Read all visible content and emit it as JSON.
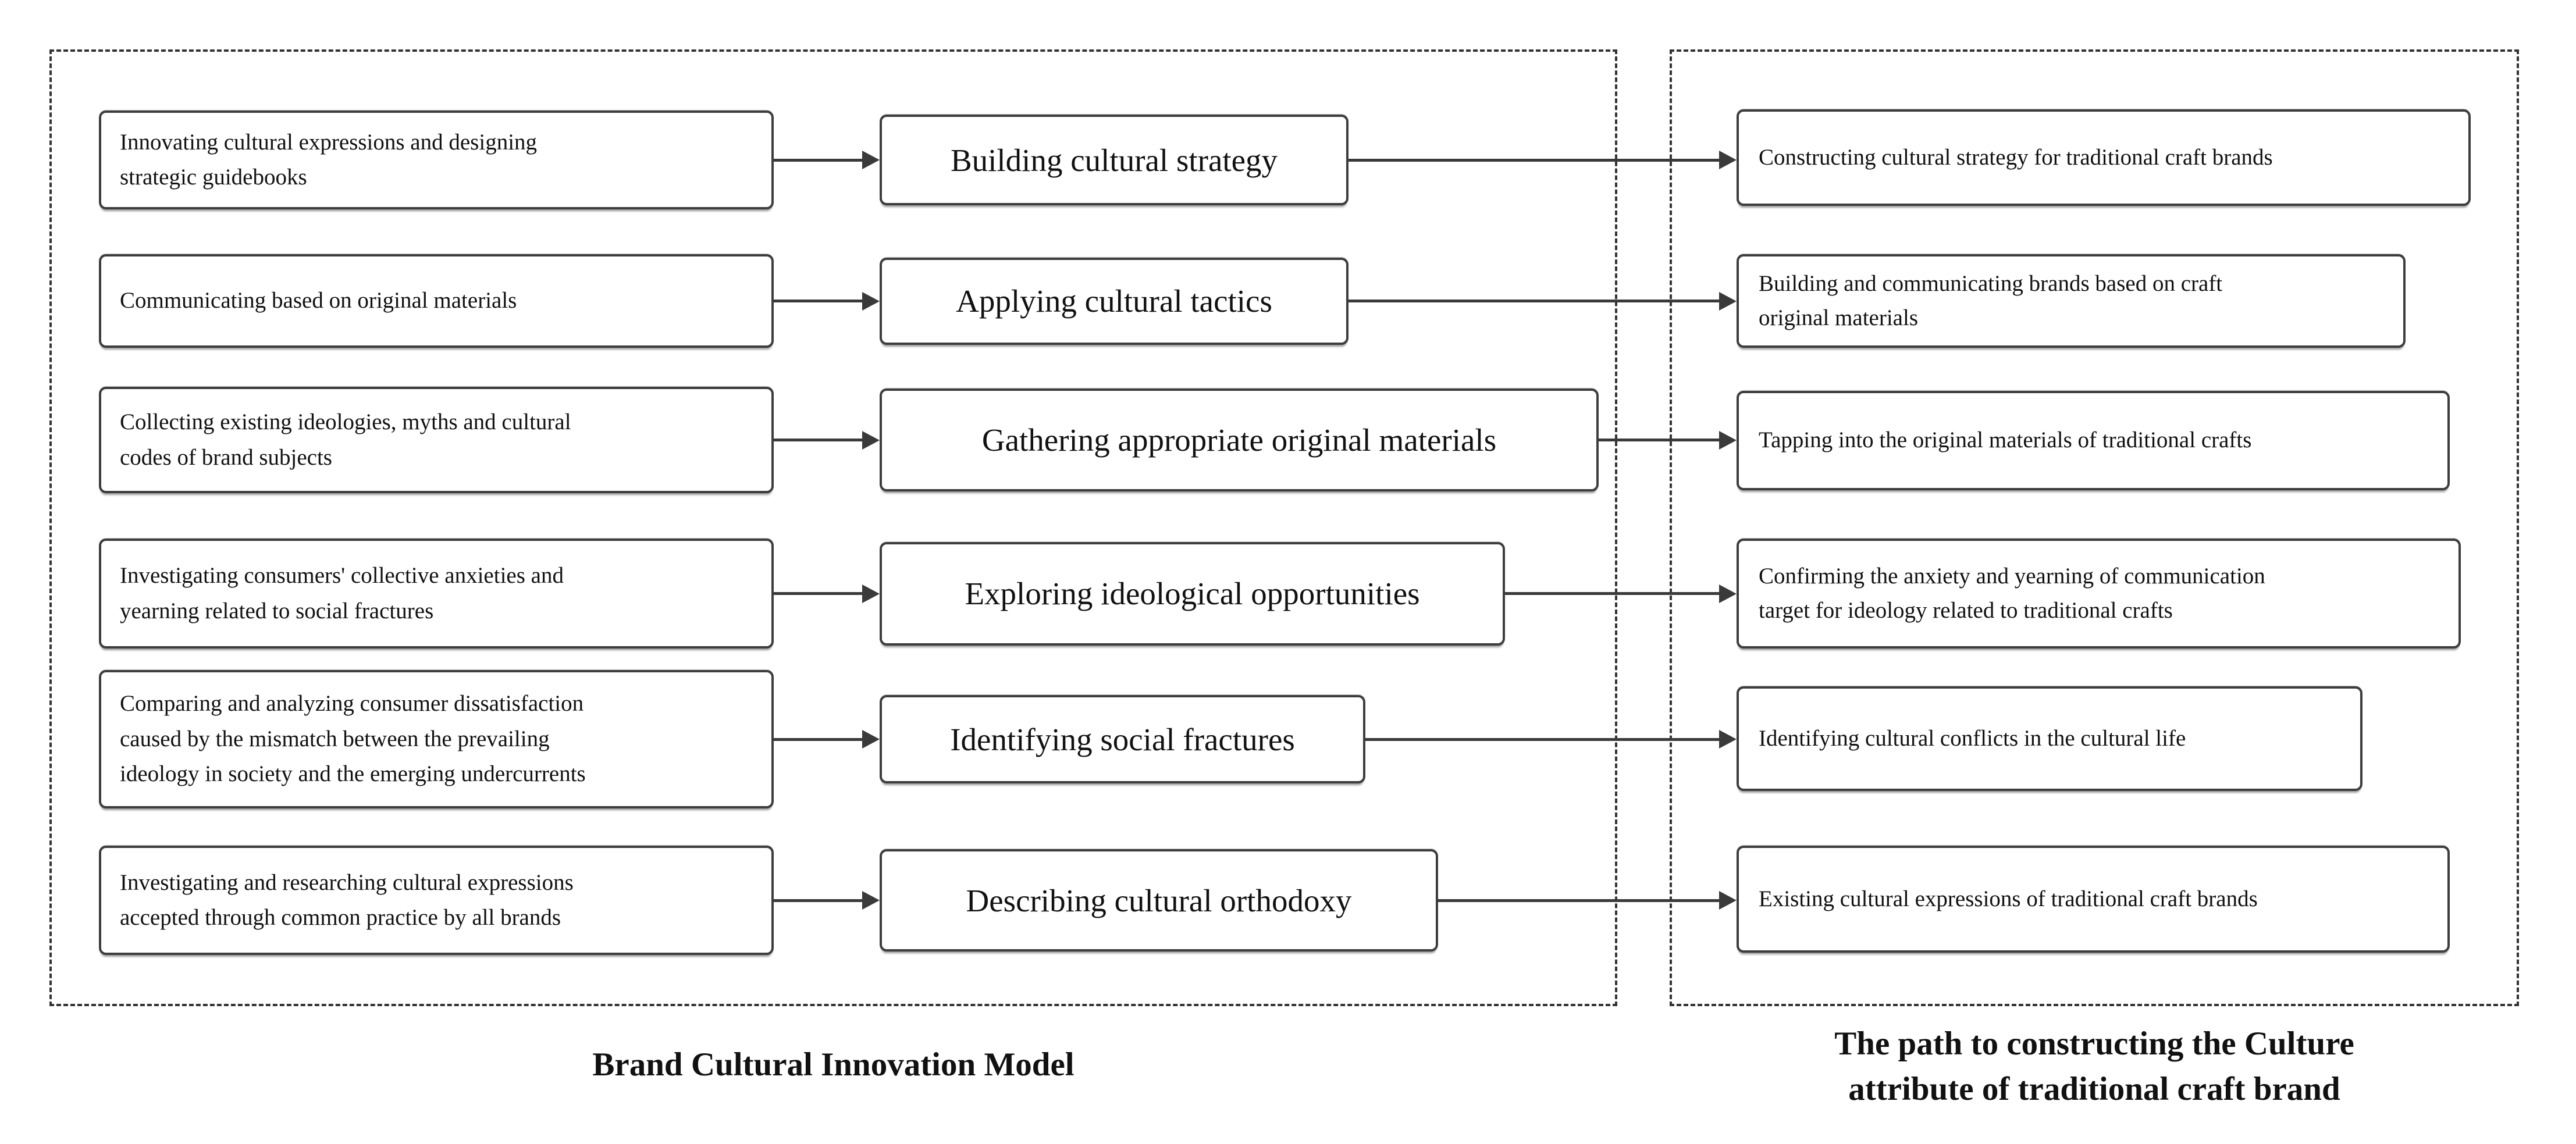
{
  "diagram": {
    "left_panel": {
      "title": "Brand Cultural Innovation Model"
    },
    "right_panel": {
      "title": [
        "The path to constructing the Culture",
        "attribute of traditional craft brand"
      ]
    },
    "rows": [
      {
        "left": [
          "Innovating cultural expressions and designing",
          "strategic guidebooks"
        ],
        "mid": "Building cultural strategy",
        "right": "Constructing cultural strategy for traditional craft brands"
      },
      {
        "left": "Communicating based on original materials",
        "mid": "Applying cultural tactics",
        "right": [
          "Building and communicating brands based on craft",
          "original materials"
        ]
      },
      {
        "left": [
          "Collecting existing ideologies, myths and cultural",
          "codes of brand subjects"
        ],
        "mid": "Gathering appropriate original materials",
        "right": "Tapping into the original materials of traditional crafts"
      },
      {
        "left": [
          "Investigating consumers' collective anxieties and",
          "yearning related to social fractures"
        ],
        "mid": "Exploring ideological opportunities",
        "right": [
          "Confirming the anxiety and yearning of communication",
          "target for ideology related to traditional crafts"
        ]
      },
      {
        "left": [
          "Comparing and analyzing consumer dissatisfaction",
          "caused by the mismatch between the prevailing",
          "ideology in society and the emerging undercurrents"
        ],
        "mid": "Identifying social fractures",
        "right": "Identifying cultural conflicts in the cultural life"
      },
      {
        "left": [
          "Investigating and researching cultural expressions",
          "accepted through common practice by all brands"
        ],
        "mid": "Describing cultural orthodoxy",
        "right": "Existing cultural expressions of traditional craft brands"
      }
    ]
  }
}
